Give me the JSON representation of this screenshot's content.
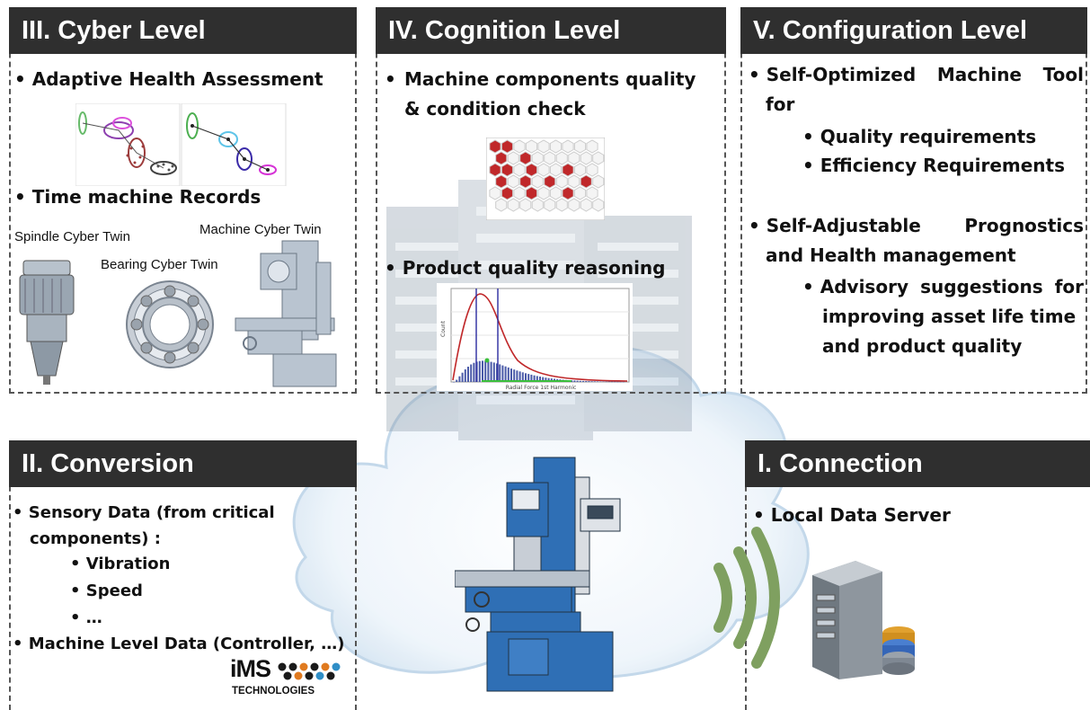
{
  "cyber": {
    "title": "III. Cyber Level",
    "b1": "• Adaptive Health Assessment",
    "b2": "• Time machine Records",
    "spindle": "Spindle Cyber Twin",
    "bearing": "Bearing Cyber Twin",
    "machine": "Machine Cyber Twin"
  },
  "cognition": {
    "title": "IV. Cognition Level",
    "b1_bullet": "•",
    "b1_l1": "Machine components quality",
    "b1_l2": "& condition check",
    "b2": "• Product quality reasoning",
    "chart_xlabel": "Radial Force 1st Harmonic",
    "chart_ylabel": "Count"
  },
  "config": {
    "title": "V. Configuration Level",
    "b1_l1_w1": "• Self-Optimized",
    "b1_l1_w2": "Machine",
    "b1_l1_w3": "Tool",
    "b1_l2": "for",
    "s1": "• Quality requirements",
    "s2": "• Efficiency Requirements",
    "b2_l1_w1": "• Self-Adjustable",
    "b2_l1_w2": "Prognostics",
    "b2_l2": "and Health management",
    "s3_l1_w1": "• Advisory",
    "s3_l1_w2": "suggestions",
    "s3_l1_w3": "for",
    "s3_l2": "improving asset life time",
    "s3_l3": "and product quality"
  },
  "conversion": {
    "title": "II. Conversion",
    "b1_l1": "• Sensory Data (from critical",
    "b1_l2": "components) :",
    "s1": "• Vibration",
    "s2": "• Speed",
    "s3": "• …",
    "b2": "• Machine Level Data (Controller, …)",
    "logo_text": "iMS",
    "logo_sub": "TECHNOLOGIES"
  },
  "connection": {
    "title": "I. Connection",
    "b1": "• Local Data Server"
  },
  "colors": {
    "header_bg": "#2f2f2f",
    "wave": "#7fa060",
    "machine_blue": "#2f6fb5",
    "bearing_red": "#c0282a"
  }
}
